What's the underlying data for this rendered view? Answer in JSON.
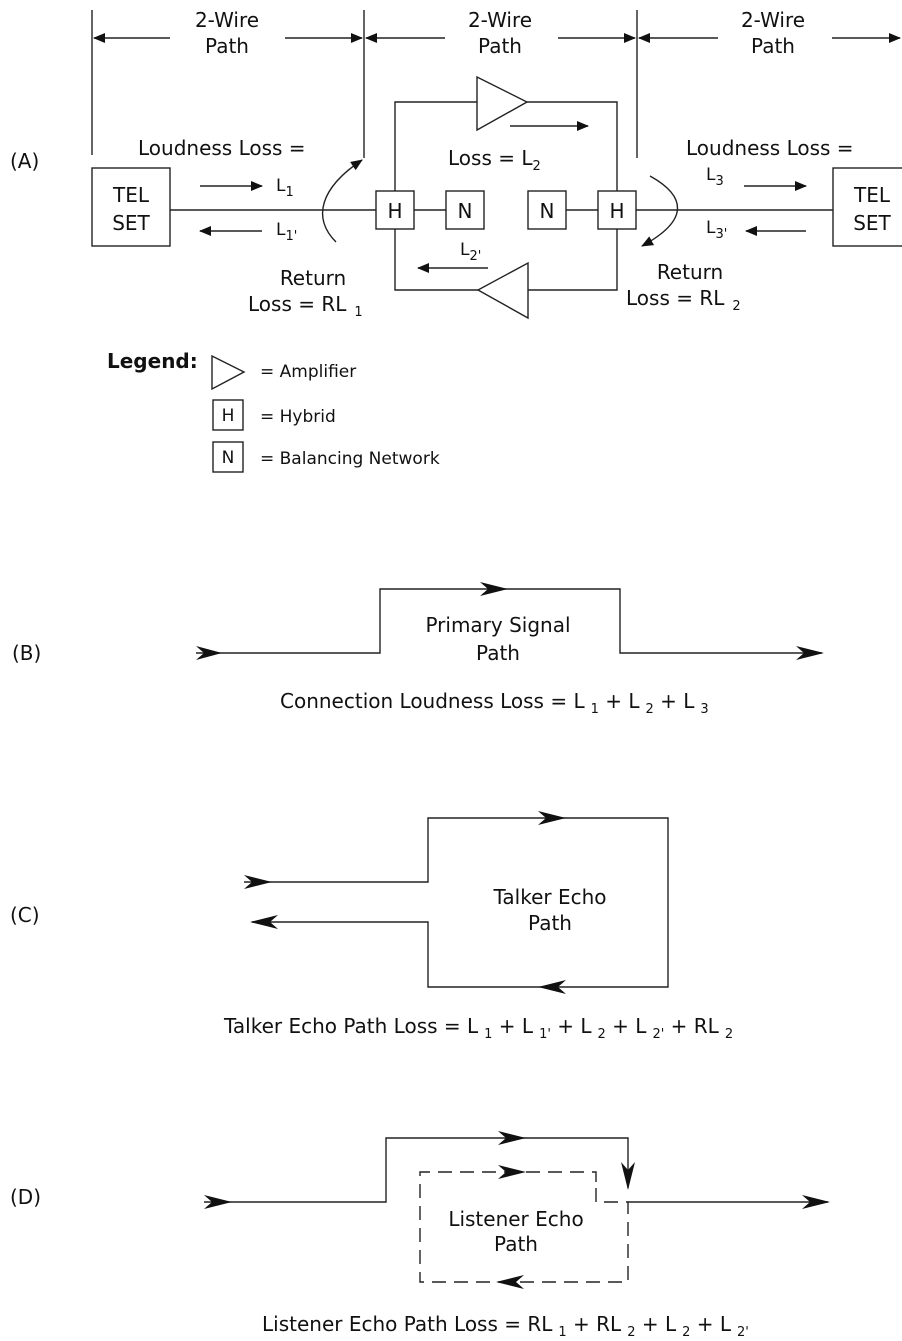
{
  "diagram_a": {
    "label": "(A)",
    "wire_path_1_line1": "2-Wire",
    "wire_path_1_line2": "Path",
    "wire_path_2_line1": "2-Wire",
    "wire_path_2_line2": "Path",
    "wire_path_3_line1": "2-Wire",
    "wire_path_3_line2": "Path",
    "loudness_loss_left": "Loudness Loss =",
    "loudness_loss_right": "Loudness Loss =",
    "loss_l2_prefix": "Loss = L",
    "loss_l2_sub": "2",
    "tel_set_left_line1": "TEL",
    "tel_set_left_line2": "SET",
    "tel_set_right_line1": "TEL",
    "tel_set_right_line2": "SET",
    "l1": "L",
    "l1_sub": "1",
    "l1p": "L",
    "l1p_sub": "1'",
    "l2p": "L",
    "l2p_sub": "2'",
    "l3": "L",
    "l3_sub": "3",
    "l3p": "L",
    "l3p_sub": "3'",
    "hybrid_left": "H",
    "network_left": "N",
    "network_right": "N",
    "hybrid_right": "H",
    "return_left_line1": "Return",
    "return_left_line2": "Loss = RL",
    "return_left_sub": "1",
    "return_right_line1": "Return",
    "return_right_line2": "Loss = RL",
    "return_right_sub": "2"
  },
  "legend": {
    "title": "Legend:",
    "amplifier": "= Amplifier",
    "hybrid_symbol": "H",
    "hybrid": "= Hybrid",
    "network_symbol": "N",
    "network": "= Balancing Network"
  },
  "diagram_b": {
    "label": "(B)",
    "path_line1": "Primary Signal",
    "path_line2": "Path",
    "formula": [
      {
        "t": "Connection Loudness Loss = L"
      },
      {
        "s": "1"
      },
      {
        "t": " + L"
      },
      {
        "s": "2"
      },
      {
        "t": " + L"
      },
      {
        "s": "3"
      }
    ]
  },
  "diagram_c": {
    "label": "(C)",
    "path_line1": "Talker Echo",
    "path_line2": "Path",
    "formula": [
      {
        "t": "Talker Echo Path Loss = L"
      },
      {
        "s": "1"
      },
      {
        "t": " + L"
      },
      {
        "s": "1'"
      },
      {
        "t": " + L"
      },
      {
        "s": "2"
      },
      {
        "t": " + L"
      },
      {
        "s": "2'"
      },
      {
        "t": " + RL"
      },
      {
        "s": "2"
      }
    ]
  },
  "diagram_d": {
    "label": "(D)",
    "path_line1": "Listener Echo",
    "path_line2": "Path",
    "formula": [
      {
        "t": "Listener Echo Path Loss = RL"
      },
      {
        "s": "1"
      },
      {
        "t": " + RL"
      },
      {
        "s": "2"
      },
      {
        "t": " + L"
      },
      {
        "s": "2"
      },
      {
        "t": " + L"
      },
      {
        "s": "2'"
      }
    ]
  }
}
